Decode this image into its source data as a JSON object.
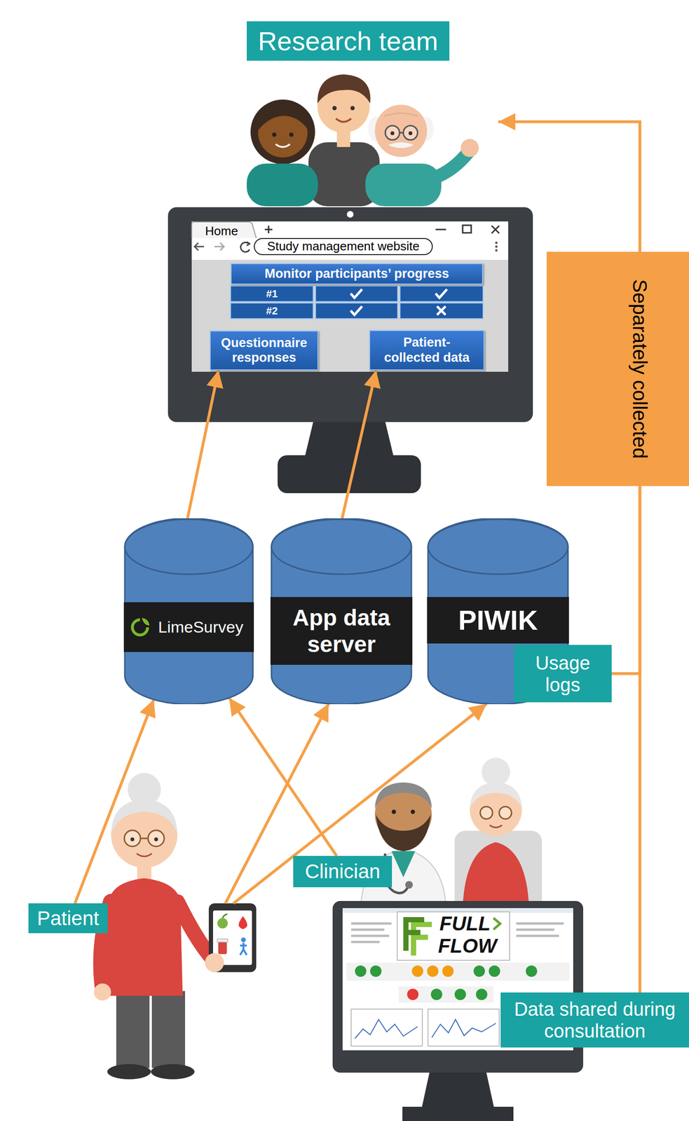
{
  "diagram": {
    "nodes": [
      {
        "text": [
          "Research team"
        ]
      },
      {
        "text": [
          "Study management website"
        ]
      },
      {
        "text": [
          "Monitor participants’ progress"
        ]
      },
      {
        "text": [
          "Questionnaire responses"
        ]
      },
      {
        "text": [
          "Patient-collected data"
        ]
      },
      {
        "text": [
          "LimeSurvey"
        ]
      },
      {
        "text": [
          "App data server"
        ]
      },
      {
        "text": [
          "PIWIK"
        ]
      },
      {
        "text": [
          "Usage logs"
        ]
      },
      {
        "text": [
          "Separately collected"
        ]
      },
      {
        "text": [
          "Clinician"
        ]
      },
      {
        "text": [
          "Patient"
        ]
      },
      {
        "text": [
          "Data shared during consultation"
        ]
      }
    ],
    "edges": [
      {
        "from": 5,
        "to": 3,
        "arrow": "to"
      },
      {
        "from": 6,
        "to": 4,
        "arrow": "to"
      },
      {
        "from": 11,
        "to": 5,
        "arrow": "to"
      },
      {
        "from": 11,
        "to": 6,
        "arrow": "to"
      },
      {
        "from": 11,
        "to": 7,
        "arrow": "to"
      },
      {
        "from": 10,
        "to": 5,
        "arrow": "to"
      },
      {
        "from": 8,
        "to": 9,
        "arrow": "none"
      },
      {
        "from": 12,
        "to": 9,
        "arrow": "none"
      },
      {
        "from": 9,
        "to": 0,
        "arrow": "to"
      }
    ],
    "labels": [
      "Home",
      "#1",
      "#2",
      "FULL",
      "FLOW"
    ]
  }
}
